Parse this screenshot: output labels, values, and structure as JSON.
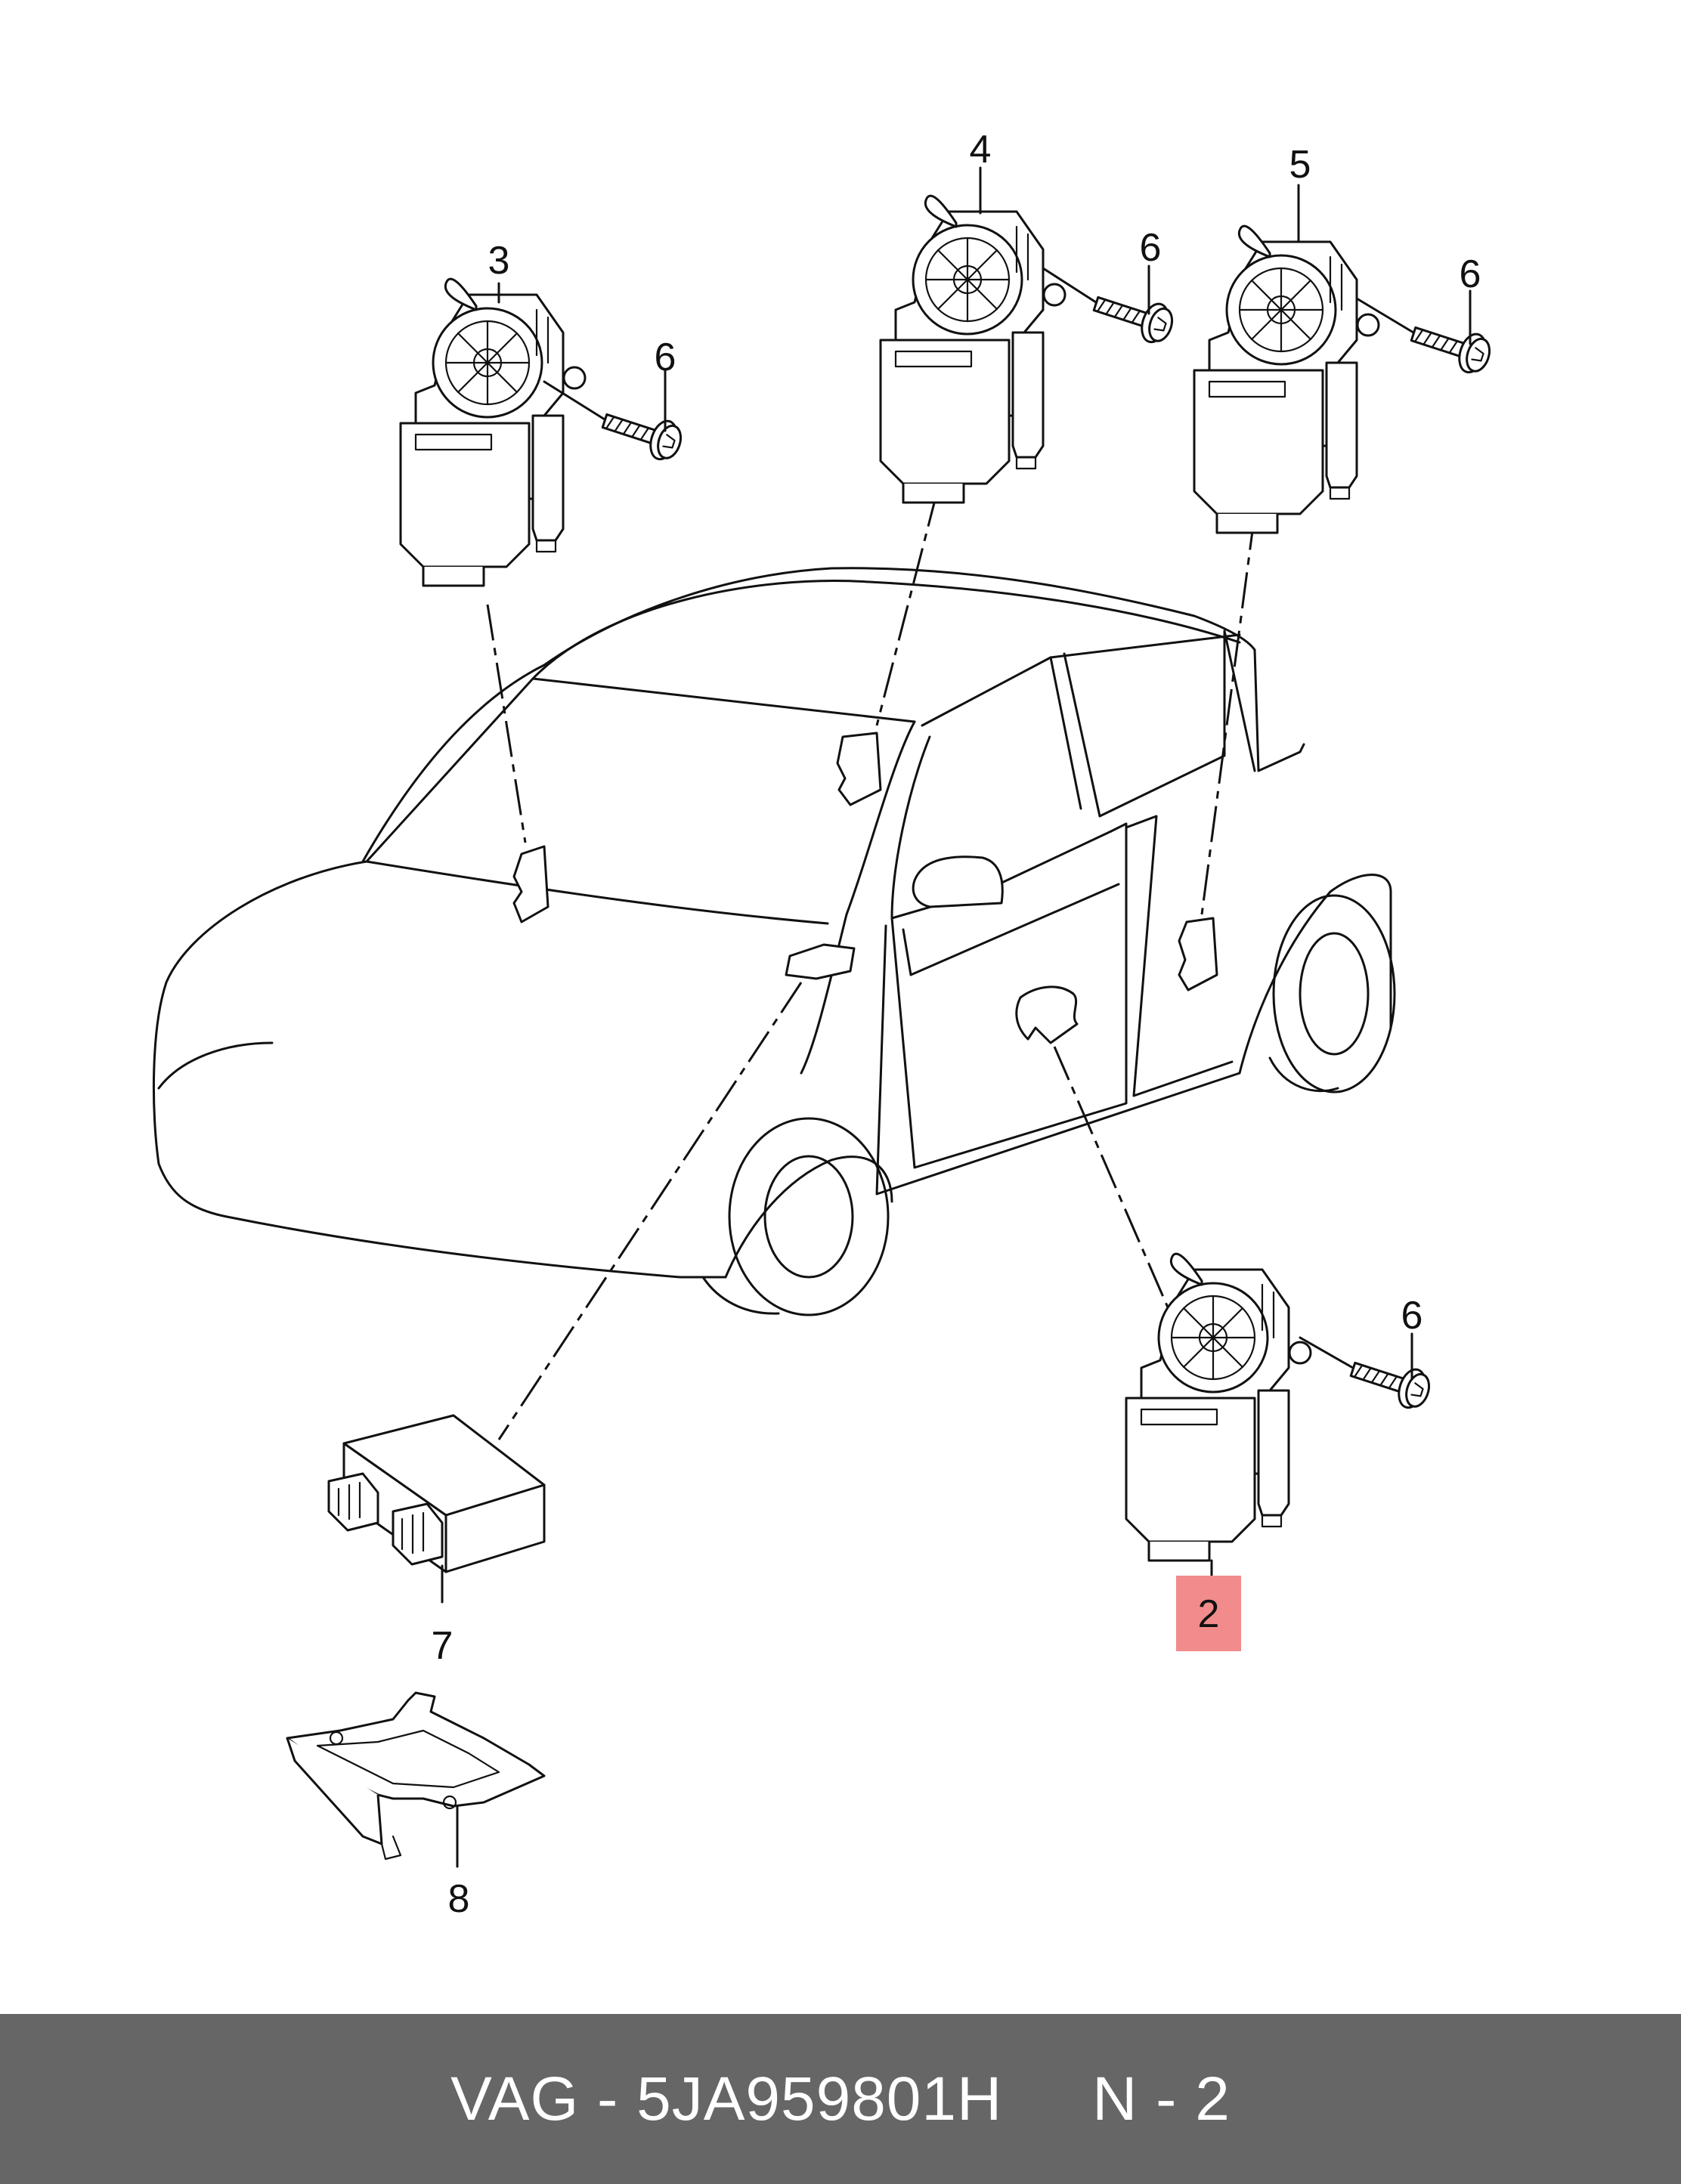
{
  "callouts": {
    "c2": "2",
    "c3": "3",
    "c4": "4",
    "c5": "5",
    "c6a": "6",
    "c6b": "6",
    "c6c": "6",
    "c6d": "6",
    "c7": "7",
    "c8": "8"
  },
  "highlight_color": "#f28b8b",
  "footer": {
    "brand": "VAG",
    "part_number": "5JA959801H",
    "position": "N - 2",
    "text": "VAG - 5JA959801H     N - 2"
  }
}
